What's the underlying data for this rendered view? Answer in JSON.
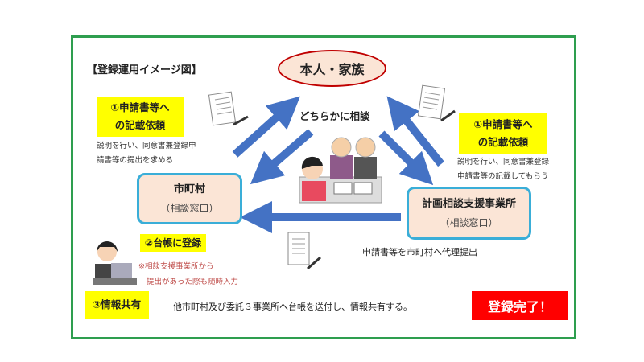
{
  "title": "【登録運用イメージ図】",
  "person_family": "本人・家族",
  "consult_either": "どちらかに相談",
  "left_request": {
    "line1": "①申請書等へ",
    "line2": "の記載依頼",
    "desc1": "説明を行い、同意書兼登録申",
    "desc2": "請書等の提出を求める"
  },
  "right_request": {
    "line1": "①申請書等へ",
    "line2": "の記載依頼",
    "desc1": "説明を行い、同意書兼登録",
    "desc2": "申請書等の記載してもらう"
  },
  "municipality": {
    "name": "市町村",
    "sub": "（相談窓口）"
  },
  "office": {
    "name": "計画相談支援事業所",
    "sub": "（相談窓口）"
  },
  "proxy_submit": "申請書等を市町村へ代理提出",
  "register": {
    "label": "②台帳に登録",
    "note1": "※相談支援事業所から",
    "note2": "提出があった際も随時入力"
  },
  "share": {
    "label": "③情報共有",
    "text": "他市町村及び委託３事業所へ台帳を送付し、情報共有する。"
  },
  "complete": "登録完了！",
  "colors": {
    "arrow": "#4472c4",
    "frame": "#2e9e4f",
    "highlight": "#ffff00",
    "alert": "#ff0000"
  }
}
